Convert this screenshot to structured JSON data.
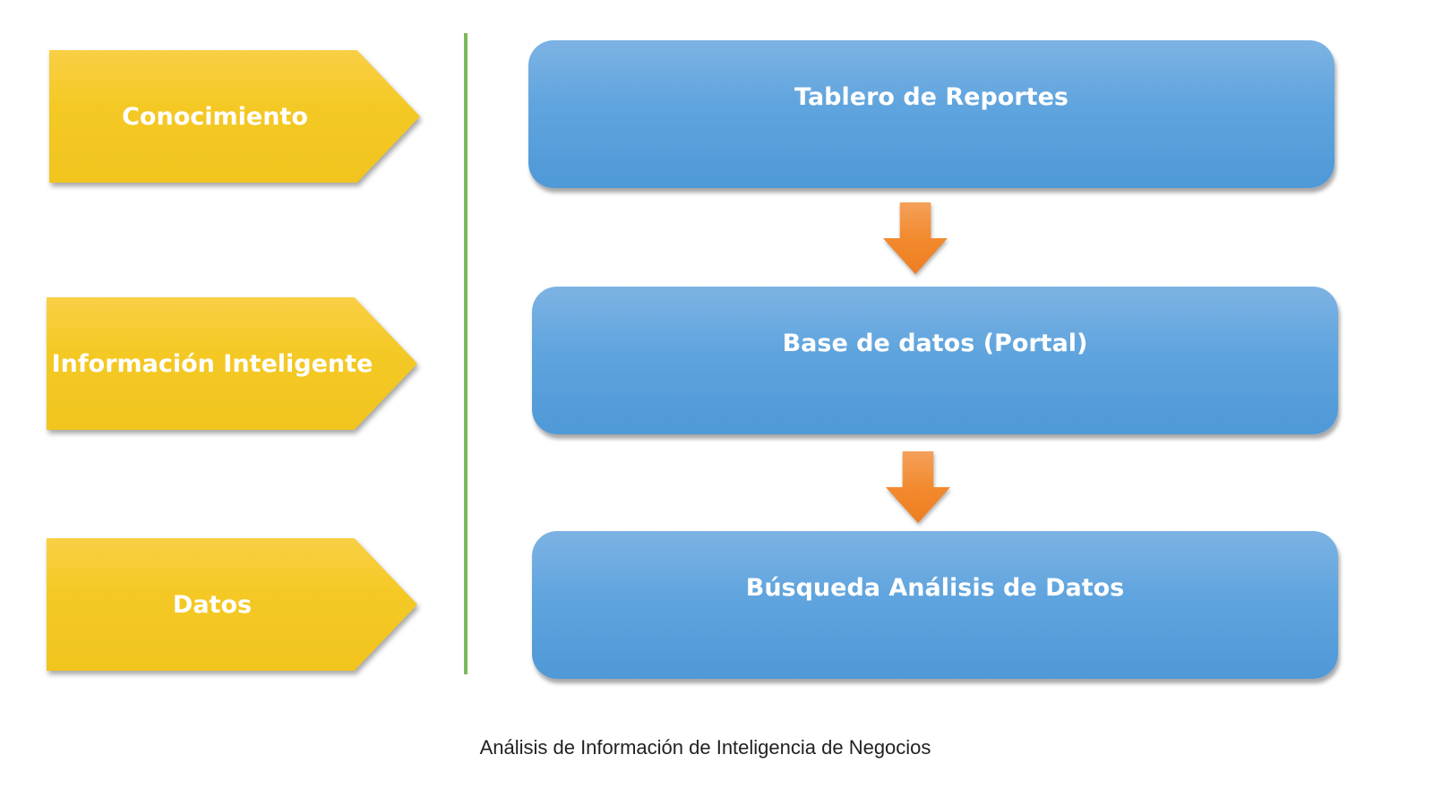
{
  "levels": [
    {
      "label": "Conocimiento"
    },
    {
      "label": "Información Inteligente"
    },
    {
      "label": "Datos"
    }
  ],
  "steps": [
    {
      "label": "Tablero de Reportes"
    },
    {
      "label": "Base de datos (Portal)"
    },
    {
      "label": "Búsqueda Análisis de Datos"
    }
  ],
  "caption": "Análisis de Información de Inteligencia de Negocios",
  "colors": {
    "level": "#f5c925",
    "step": "#5fa4de",
    "arrow": "#f28a2e",
    "divider": "#7cb95a"
  }
}
